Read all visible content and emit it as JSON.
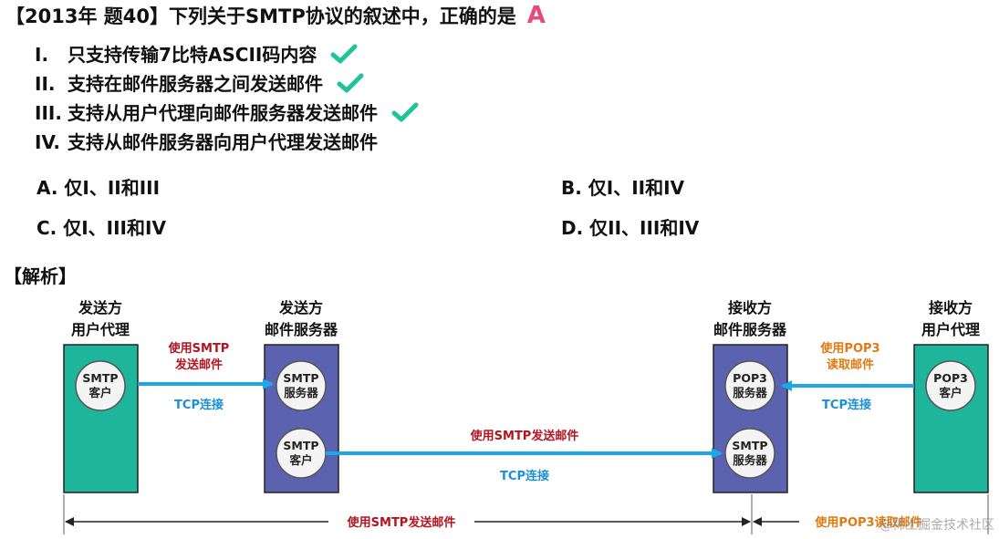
{
  "question": {
    "title": "【2013年 题40】下列关于SMTP协议的叙述中，正确的是",
    "answer": "A"
  },
  "statements": [
    {
      "num": "I.",
      "text": "只支持传输7比特ASCII码内容",
      "checked": true
    },
    {
      "num": "II.",
      "text": "支持在邮件服务器之间发送邮件",
      "checked": true
    },
    {
      "num": "III.",
      "text": "支持从用户代理向邮件服务器发送邮件",
      "checked": true
    },
    {
      "num": "IV.",
      "text": "支持从邮件服务器向用户代理发送邮件",
      "checked": false
    }
  ],
  "options": [
    {
      "text": "A. 仅I、II和III"
    },
    {
      "text": "B. 仅I、II和IV"
    },
    {
      "text": "C. 仅I、III和IV"
    },
    {
      "text": "D. 仅II、III和IV"
    }
  ],
  "analysis_label": "【解析】",
  "diagram": {
    "nodes": [
      {
        "line1": "发送方",
        "line2": "用户代理",
        "circles": [
          {
            "line1": "SMTP",
            "line2": "客户"
          }
        ]
      },
      {
        "line1": "发送方",
        "line2": "邮件服务器",
        "circles": [
          {
            "line1": "SMTP",
            "line2": "服务器"
          },
          {
            "line1": "SMTP",
            "line2": "客户"
          }
        ]
      },
      {
        "line1": "接收方",
        "line2": "邮件服务器",
        "circles": [
          {
            "line1": "POP3",
            "line2": "服务器"
          },
          {
            "line1": "SMTP",
            "line2": "服务器"
          }
        ]
      },
      {
        "line1": "接收方",
        "line2": "用户代理",
        "circles": [
          {
            "line1": "POP3",
            "line2": "客户"
          }
        ]
      }
    ],
    "edges": {
      "ua_to_server": {
        "line1": "使用SMTP",
        "line2": "发送邮件",
        "transport": "TCP连接"
      },
      "server_to_server": {
        "label": "使用SMTP发送邮件",
        "transport": "TCP连接"
      },
      "pop3": {
        "line1": "使用POP3",
        "line2": "读取邮件",
        "transport": "TCP连接"
      }
    },
    "bottom": {
      "smtp_span": "使用SMTP发送邮件",
      "pop3_span": "使用POP3读取邮件"
    },
    "watermark": "@稀土掘金技术社区"
  },
  "colors": {
    "green_box": "#1fb59a",
    "blue_box": "#5b62b0",
    "check": "#1fc49a",
    "answer": "#e84a7a",
    "arrow": "#1ea7e8",
    "red_text": "#b3141f",
    "orange_text": "#e07a10",
    "blue_text": "#1a8fd6"
  }
}
